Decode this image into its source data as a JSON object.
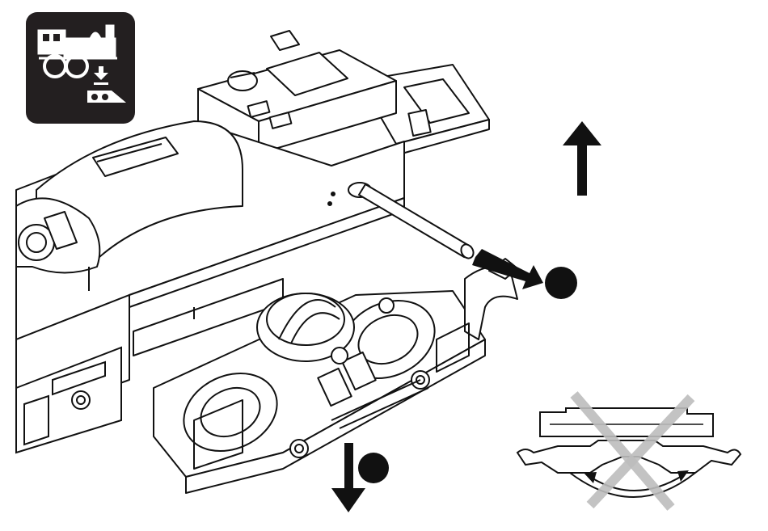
{
  "figure": {
    "description_labels": [],
    "icon": {
      "name": "locomotive-service-icon",
      "background": "#231f20",
      "foreground": "#ffffff"
    },
    "colors": {
      "ink": "#111111",
      "paper": "#ffffff",
      "cross": "#bdbdbd"
    },
    "markers": [
      {
        "name": "step-dot-rear",
        "filled": true
      },
      {
        "name": "step-dot-front",
        "filled": true
      }
    ],
    "arrows": [
      {
        "name": "lift-body-arrow",
        "direction": "up"
      },
      {
        "name": "pull-axle-arrow",
        "direction": "down-right"
      },
      {
        "name": "lower-truck-arrow",
        "direction": "down"
      }
    ],
    "inset": {
      "name": "wrong-rotation-inset",
      "crossed_out": true
    }
  }
}
